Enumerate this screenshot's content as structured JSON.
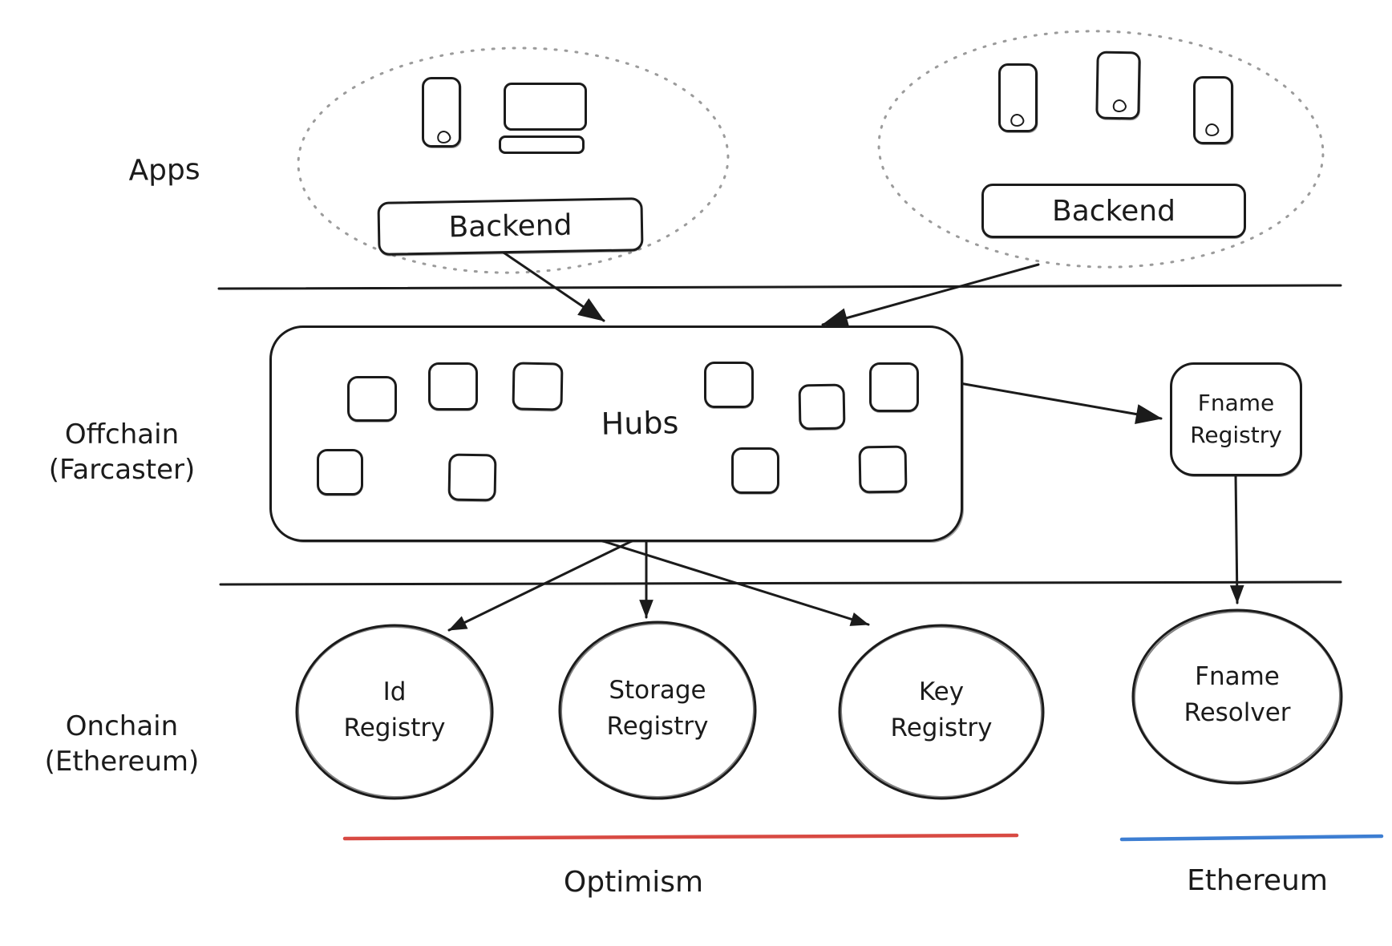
{
  "layers": {
    "apps_label": "Apps",
    "offchain_label_line1": "Offchain",
    "offchain_label_line2": "(Farcaster)",
    "onchain_label_line1": "Onchain",
    "onchain_label_line2": "(Ethereum)"
  },
  "apps": {
    "left_backend_label": "Backend",
    "right_backend_label": "Backend"
  },
  "hubs": {
    "label": "Hubs"
  },
  "fname_registry": {
    "line1": "Fname",
    "line2": "Registry"
  },
  "contracts": {
    "id_registry": {
      "line1": "Id",
      "line2": "Registry"
    },
    "storage_registry": {
      "line1": "Storage",
      "line2": "Registry"
    },
    "key_registry": {
      "line1": "Key",
      "line2": "Registry"
    },
    "fname_resolver": {
      "line1": "Fname",
      "line2": "Resolver"
    }
  },
  "chains": {
    "optimism_label": "Optimism",
    "ethereum_label": "Ethereum"
  },
  "colors": {
    "ink": "#1b1b1b",
    "dotted_outline": "#9b9b9b",
    "optimism_red": "#d84a43",
    "ethereum_blue": "#3d7ed2"
  }
}
